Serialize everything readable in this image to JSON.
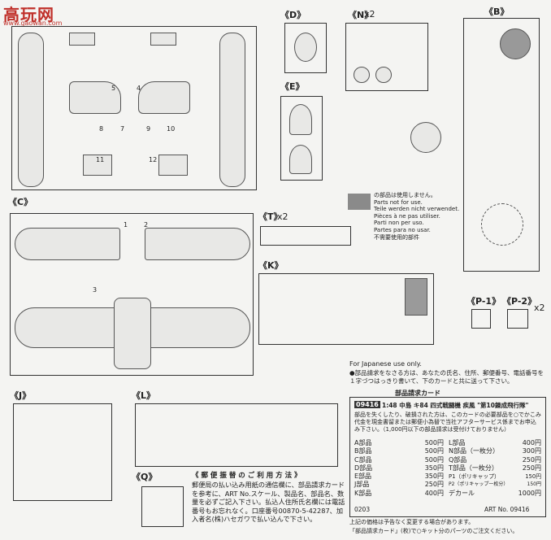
{
  "logo": {
    "main": "高玩网",
    "url": "www.gaowan.com"
  },
  "sprues": {
    "D": "《D》",
    "N": "《N》",
    "N_count": "x2",
    "B": "《B》",
    "E": "《E》",
    "C": "《C》",
    "T": "《T》",
    "T_count": "x2",
    "K": "《K》",
    "J": "《J》",
    "L": "《L》",
    "Q": "《Q》",
    "P1": "《P-1》",
    "P2": "《P-2》",
    "P2_count": "x2"
  },
  "not_used_legend": {
    "lines": [
      "の部品は使用しません。",
      "Parts not for use.",
      "Teile werden nicht verwendet.",
      "Pièces à ne pas utiliser.",
      "Parti non per uso.",
      "Partes para no usar.",
      "不需要使用的部件"
    ]
  },
  "order_card": {
    "for_japanese": "For Japanese use only.",
    "intro": "●部品請求をなさる方は、あなたの氏名、住所、郵便番号、電話番号を１字づつはっきり書いて、下のカードと共に送って下さい。",
    "card_title": "部品請求カード",
    "product_code": "09416",
    "product_name": "1:48 中島 キ84 四式戦闘機 疾風 \"第10錬成飛行隊\"",
    "note": "部品を失くしたり、破損された方は、このカードの必要部品を○でかこみ代金を現金書留または郵便小為替で当社アフターサービス係までお申込み下さい。（1,000円以下の部品請求は受付けておりません）",
    "prices_left": [
      {
        "part": "A部品",
        "price": "500円"
      },
      {
        "part": "B部品",
        "price": "500円"
      },
      {
        "part": "C部品",
        "price": "500円"
      },
      {
        "part": "D部品",
        "price": "350円"
      },
      {
        "part": "E部品",
        "price": "350円"
      },
      {
        "part": "J部品",
        "price": "250円"
      },
      {
        "part": "K部品",
        "price": "400円"
      }
    ],
    "prices_right": [
      {
        "part": "L部品",
        "price": "400円"
      },
      {
        "part": "N部品（一枚分）",
        "price": "300円"
      },
      {
        "part": "Q部品",
        "price": "250円"
      },
      {
        "part": "T部品（一枚分）",
        "price": "250円"
      },
      {
        "part": "P1（ポリキャップ）",
        "price": "150円"
      },
      {
        "part": "P2（ポリキャップ一枚分）",
        "price": "150円"
      },
      {
        "part": "デカール",
        "price": "1000円"
      }
    ],
    "code_left": "0203",
    "art_no": "ART No. 09416",
    "footer1": "上記の価格は予告なく変更する場合があります。",
    "footer2": "「部品請求カード」(枚)で○キット分のパーツのご注文ください。"
  },
  "postal": {
    "title": "《 郵 便 振 替 の ご 利 用 方 法 》",
    "body": "郵便局の払い込み用紙の通信欄に、部品請求カードを参考に、ART No.スケール、製品名、部品名、数量を必ずご記入下さい。払込人住所氏名欄には電話番号もお忘れなく。口座番号00870-5-42287、加入者名(株)ハセガワで払い込んで下さい。"
  }
}
